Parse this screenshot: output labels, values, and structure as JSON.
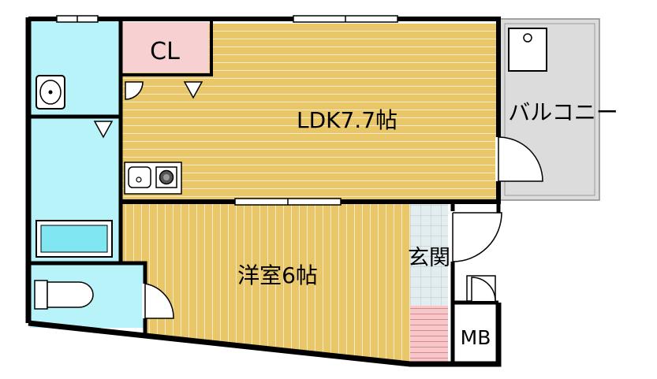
{
  "floor_plan": {
    "rooms": {
      "closet": "CL",
      "ldk": "LDK7.7帖",
      "western_room": "洋室6帖",
      "entrance": "玄関",
      "meter_box": "MB",
      "balcony": "バルコニー"
    },
    "colors": {
      "wood_floor": "#e9c668",
      "wood_line": "#ffffff",
      "wet_area": "#b7f3f9",
      "closet_floor": "#f7d1d2",
      "balcony_floor": "#dcdcdc",
      "entrance_tile": "#e3ecee",
      "step_pink": "#f8c7ca",
      "wall": "#000000"
    }
  }
}
